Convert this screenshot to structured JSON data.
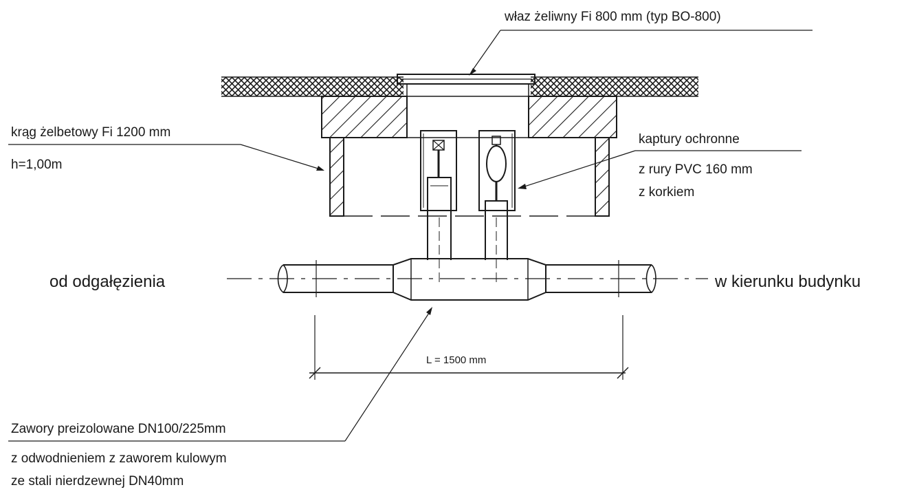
{
  "labels": {
    "manhole_cover": "właz żeliwny Fi 800 mm (typ BO-800)",
    "ring_line1": "krąg żelbetowy Fi 1200 mm",
    "ring_line2": "h=1,00m",
    "caps_line1": "kaptury ochronne",
    "caps_line2": "z rury PVC 160 mm",
    "caps_line3": "z korkiem",
    "from_branch": "od odgałęzienia",
    "to_building": "w kierunku budynku",
    "length": "L = 1500 mm",
    "valves_line1": "Zawory preizolowane DN100/225mm",
    "valves_line2": "z odwodnieniem z zaworem kulowym",
    "valves_line3": "ze stali nierdzewnej DN40mm"
  },
  "colors": {
    "ink": "#1a1a1a",
    "paper": "#ffffff"
  }
}
